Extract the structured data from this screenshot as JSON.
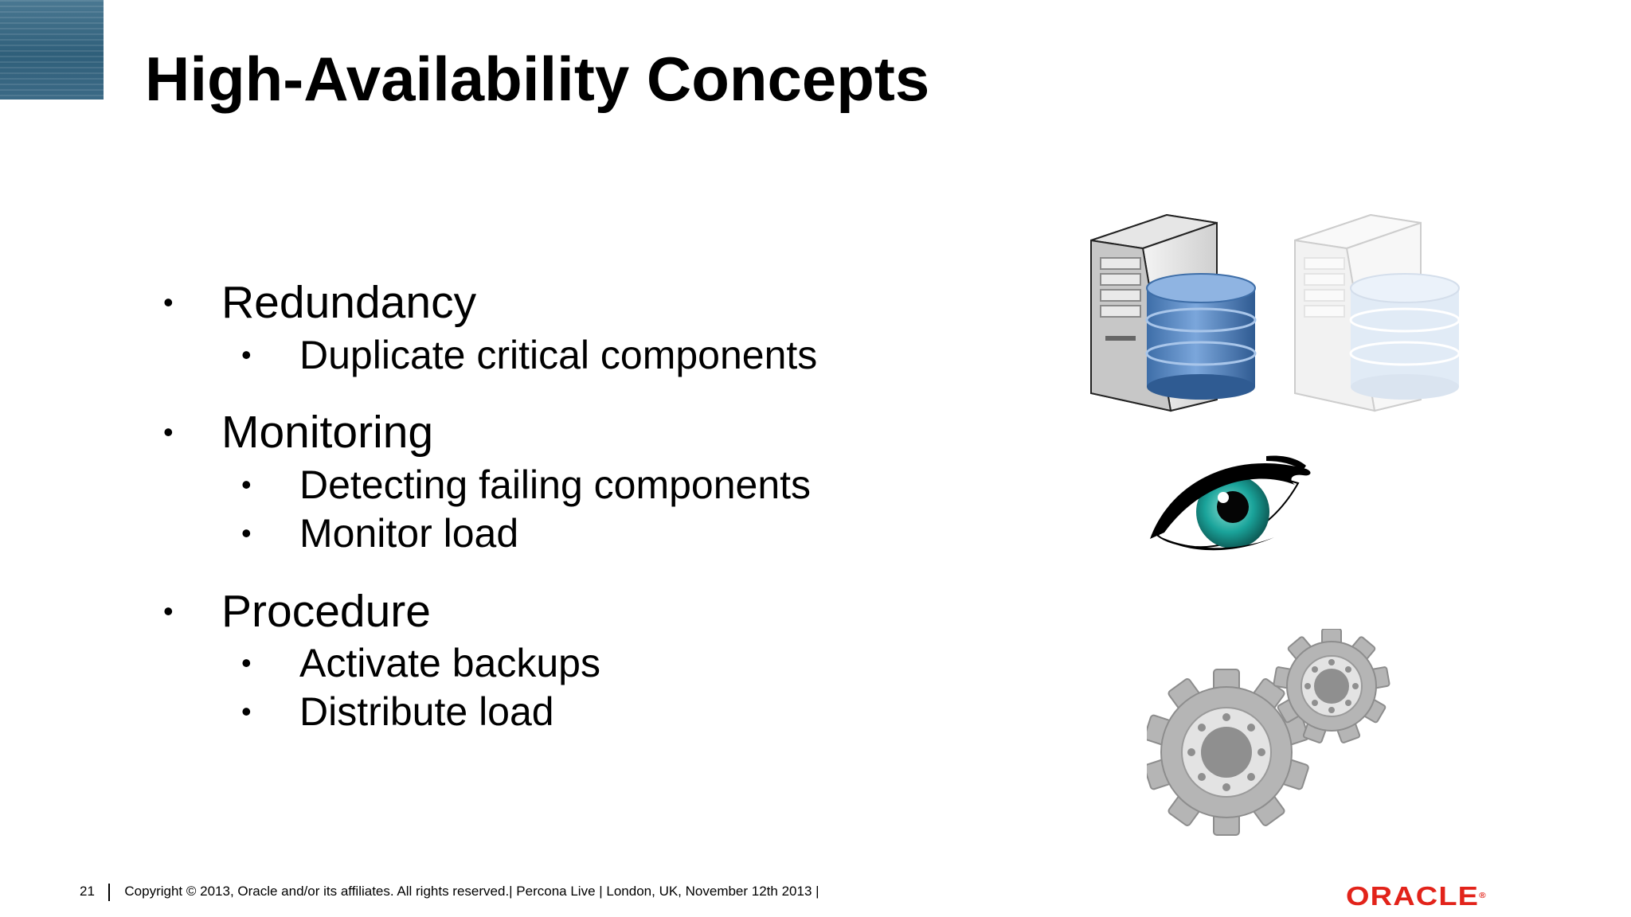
{
  "slide": {
    "title": "High-Availability Concepts",
    "bullets": [
      {
        "label": "Redundancy",
        "sub": [
          "Duplicate critical components"
        ]
      },
      {
        "label": "Monitoring",
        "sub": [
          "Detecting failing components",
          "Monitor load"
        ]
      },
      {
        "label": "Procedure",
        "sub": [
          "Activate backups",
          "Distribute load"
        ]
      }
    ],
    "bullet_glyph": "•"
  },
  "illustrations": {
    "primary_server": "server-database-icon",
    "standby_server": "faded-server-database-icon",
    "monitoring": "eye-icon",
    "procedure": "gears-icon"
  },
  "footer": {
    "page_number": "21",
    "text": "Copyright © 2013, Oracle and/or its affiliates. All rights reserved.| Percona Live | London, UK, November 12th 2013 |",
    "logo": "ORACLE"
  },
  "colors": {
    "title": "#000000",
    "corner_block": "#3a6a85",
    "database_blue": "#4a7fc1",
    "eye_iris": "#1aa39a",
    "gear_gray": "#b5b5b5",
    "logo_red": "#e2231a"
  }
}
